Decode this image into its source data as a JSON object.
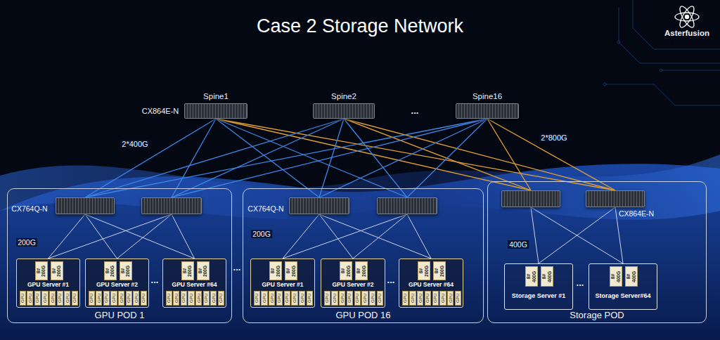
{
  "diagram": {
    "title": "Case 2 Storage Network",
    "nodes": [
      {
        "text": [
          "Spine1"
        ]
      },
      {
        "text": [
          "Spine2"
        ]
      },
      {
        "text": [
          "Spine16"
        ]
      },
      {
        "text": [
          "GPU POD 1"
        ]
      },
      {
        "text": [],
        "in": 3
      },
      {
        "text": [],
        "in": 3
      },
      {
        "text": [
          "GPU Server #1"
        ],
        "in": 3
      },
      {
        "text": [
          "8#",
          "200G"
        ],
        "in": 6
      },
      {
        "text": [
          "8#",
          "200G"
        ],
        "in": 6
      },
      {
        "text": [
          "GPU"
        ],
        "in": 6
      },
      {
        "text": [
          "GPU"
        ],
        "in": 6
      },
      {
        "text": [
          "GPU"
        ],
        "in": 6
      },
      {
        "text": [
          "GPU"
        ],
        "in": 6
      },
      {
        "text": [
          "GPU"
        ],
        "in": 6
      },
      {
        "text": [
          "GPU"
        ],
        "in": 6
      },
      {
        "text": [
          "GPU"
        ],
        "in": 6
      },
      {
        "text": [
          "GPU"
        ],
        "in": 6
      },
      {
        "text": [
          "GPU Server #2"
        ],
        "in": 3
      },
      {
        "text": [
          "8#",
          "200G"
        ],
        "in": 17
      },
      {
        "text": [
          "8#",
          "200G"
        ],
        "in": 17
      },
      {
        "text": [
          "GPU"
        ],
        "in": 17
      },
      {
        "text": [
          "GPU"
        ],
        "in": 17
      },
      {
        "text": [
          "GPU"
        ],
        "in": 17
      },
      {
        "text": [
          "GPU"
        ],
        "in": 17
      },
      {
        "text": [
          "GPU"
        ],
        "in": 17
      },
      {
        "text": [
          "GPU"
        ],
        "in": 17
      },
      {
        "text": [
          "GPU"
        ],
        "in": 17
      },
      {
        "text": [
          "GPU"
        ],
        "in": 17
      },
      {
        "text": [
          "GPU Server #64"
        ],
        "in": 3
      },
      {
        "text": [
          "8#",
          "200G"
        ],
        "in": 28
      },
      {
        "text": [
          "8#",
          "200G"
        ],
        "in": 28
      },
      {
        "text": [
          "GPU"
        ],
        "in": 28
      },
      {
        "text": [
          "GPU"
        ],
        "in": 28
      },
      {
        "text": [
          "GPU"
        ],
        "in": 28
      },
      {
        "text": [
          "GPU"
        ],
        "in": 28
      },
      {
        "text": [
          "GPU"
        ],
        "in": 28
      },
      {
        "text": [
          "GPU"
        ],
        "in": 28
      },
      {
        "text": [
          "GPU"
        ],
        "in": 28
      },
      {
        "text": [
          "GPU"
        ],
        "in": 28
      },
      {
        "text": [
          "GPU POD 16"
        ]
      },
      {
        "text": [],
        "in": 39
      },
      {
        "text": [],
        "in": 39
      },
      {
        "text": [
          "GPU Server #1"
        ],
        "in": 39
      },
      {
        "text": [
          "8#",
          "200G"
        ],
        "in": 42
      },
      {
        "text": [
          "8#",
          "200G"
        ],
        "in": 42
      },
      {
        "text": [
          "GPU"
        ],
        "in": 42
      },
      {
        "text": [
          "GPU"
        ],
        "in": 42
      },
      {
        "text": [
          "GPU"
        ],
        "in": 42
      },
      {
        "text": [
          "GPU"
        ],
        "in": 42
      },
      {
        "text": [
          "GPU"
        ],
        "in": 42
      },
      {
        "text": [
          "GPU"
        ],
        "in": 42
      },
      {
        "text": [
          "GPU"
        ],
        "in": 42
      },
      {
        "text": [
          "GPU"
        ],
        "in": 42
      },
      {
        "text": [
          "GPU Server #2"
        ],
        "in": 39
      },
      {
        "text": [
          "8#",
          "200G"
        ],
        "in": 53
      },
      {
        "text": [
          "8#",
          "200G"
        ],
        "in": 53
      },
      {
        "text": [
          "GPU"
        ],
        "in": 53
      },
      {
        "text": [
          "GPU"
        ],
        "in": 53
      },
      {
        "text": [
          "GPU"
        ],
        "in": 53
      },
      {
        "text": [
          "GPU"
        ],
        "in": 53
      },
      {
        "text": [
          "GPU"
        ],
        "in": 53
      },
      {
        "text": [
          "GPU"
        ],
        "in": 53
      },
      {
        "text": [
          "GPU"
        ],
        "in": 53
      },
      {
        "text": [
          "GPU"
        ],
        "in": 53
      },
      {
        "text": [
          "GPU Server #64"
        ],
        "in": 39
      },
      {
        "text": [
          "8#",
          "200G"
        ],
        "in": 64
      },
      {
        "text": [
          "8#",
          "200G"
        ],
        "in": 64
      },
      {
        "text": [
          "GPU"
        ],
        "in": 64
      },
      {
        "text": [
          "GPU"
        ],
        "in": 64
      },
      {
        "text": [
          "GPU"
        ],
        "in": 64
      },
      {
        "text": [
          "GPU"
        ],
        "in": 64
      },
      {
        "text": [
          "GPU"
        ],
        "in": 64
      },
      {
        "text": [
          "GPU"
        ],
        "in": 64
      },
      {
        "text": [
          "GPU"
        ],
        "in": 64
      },
      {
        "text": [
          "GPU"
        ],
        "in": 64
      },
      {
        "text": [
          "Storage POD"
        ]
      },
      {
        "text": [],
        "in": 75
      },
      {
        "text": [],
        "in": 75
      },
      {
        "text": [
          "Storage Server #1"
        ],
        "in": 75
      },
      {
        "text": [
          "8#",
          "400G"
        ],
        "in": 78
      },
      {
        "text": [
          "8#",
          "400G"
        ],
        "in": 78
      },
      {
        "text": [
          "Storage Server#64"
        ],
        "in": 75
      },
      {
        "text": [
          "8#",
          "400G"
        ],
        "in": 81
      },
      {
        "text": [
          "8#",
          "400G"
        ],
        "in": 81
      }
    ],
    "edges": [
      {
        "from": 0,
        "to": 4,
        "arrow": "none"
      },
      {
        "from": 0,
        "to": 5,
        "arrow": "none"
      },
      {
        "from": 0,
        "to": 40,
        "arrow": "none"
      },
      {
        "from": 0,
        "to": 41,
        "arrow": "none"
      },
      {
        "from": 0,
        "to": 76,
        "arrow": "none"
      },
      {
        "from": 0,
        "to": 77,
        "arrow": "none"
      },
      {
        "from": 1,
        "to": 4,
        "arrow": "none"
      },
      {
        "from": 1,
        "to": 5,
        "arrow": "none"
      },
      {
        "from": 1,
        "to": 40,
        "arrow": "none"
      },
      {
        "from": 1,
        "to": 41,
        "arrow": "none"
      },
      {
        "from": 1,
        "to": 76,
        "arrow": "none"
      },
      {
        "from": 1,
        "to": 77,
        "arrow": "none"
      },
      {
        "from": 2,
        "to": 4,
        "arrow": "none"
      },
      {
        "from": 2,
        "to": 5,
        "arrow": "none"
      },
      {
        "from": 2,
        "to": 40,
        "arrow": "none"
      },
      {
        "from": 2,
        "to": 41,
        "arrow": "none"
      },
      {
        "from": 2,
        "to": 76,
        "arrow": "none"
      },
      {
        "from": 2,
        "to": 77,
        "arrow": "none"
      },
      {
        "from": 4,
        "to": 6,
        "arrow": "none"
      },
      {
        "from": 4,
        "to": 17,
        "arrow": "none"
      },
      {
        "from": 4,
        "to": 28,
        "arrow": "none"
      },
      {
        "from": 5,
        "to": 6,
        "arrow": "none"
      },
      {
        "from": 5,
        "to": 17,
        "arrow": "none"
      },
      {
        "from": 5,
        "to": 28,
        "arrow": "none"
      },
      {
        "from": 40,
        "to": 42,
        "arrow": "none"
      },
      {
        "from": 40,
        "to": 53,
        "arrow": "none"
      },
      {
        "from": 40,
        "to": 64,
        "arrow": "none"
      },
      {
        "from": 41,
        "to": 42,
        "arrow": "none"
      },
      {
        "from": 41,
        "to": 53,
        "arrow": "none"
      },
      {
        "from": 41,
        "to": 64,
        "arrow": "none"
      },
      {
        "from": 76,
        "to": 78,
        "arrow": "none"
      },
      {
        "from": 76,
        "to": 81,
        "arrow": "none"
      },
      {
        "from": 77,
        "to": 78,
        "arrow": "none"
      },
      {
        "from": 77,
        "to": 81,
        "arrow": "none"
      }
    ],
    "labels": [
      "Asterfusion",
      "CX864E-N",
      "...",
      "2*400G",
      "2*800G",
      "CX764Q-N",
      "200G",
      "...",
      "...",
      "CX764Q-N",
      "200G",
      "...",
      "CX864E-N",
      "400G",
      "..."
    ]
  }
}
